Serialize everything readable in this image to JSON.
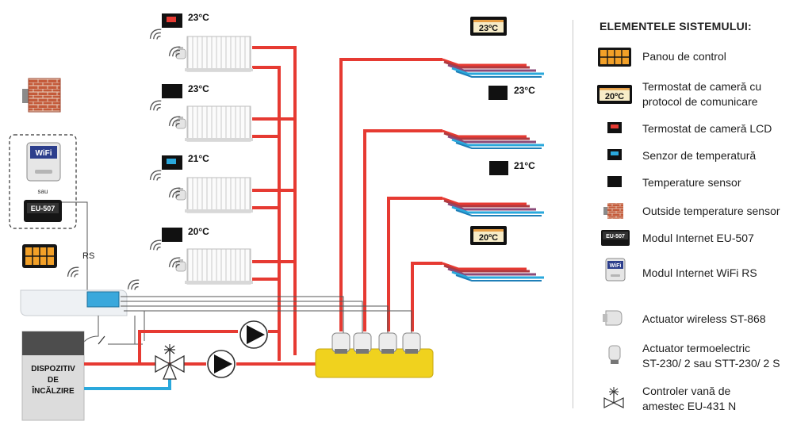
{
  "diagram": {
    "thermostat_reading_1": "23°C",
    "thermostat_reading_2": "23°C",
    "thermostat_reading_3": "21°C",
    "thermostat_reading_4": "20°C",
    "floor_display_1": "23ºC",
    "floor_sensor_reading_1": "23°C",
    "floor_sensor_reading_2": "21°C",
    "floor_display_2": "20ºC",
    "wifi_badge": "WiFi",
    "or_label": "sau",
    "eu507_badge": "EU-507",
    "rs_label": "RS",
    "boiler_line_1": "DISPOZITIV",
    "boiler_line_2": "DE",
    "boiler_line_3": "ÎNCĂLZIRE"
  },
  "legend": {
    "title": "ELEMENTELE SISTEMULUI:",
    "items": [
      {
        "icon": "control-panel-icon",
        "label": "Panou de control"
      },
      {
        "icon": "room-thermostat-icon",
        "badge": "20ºC",
        "label": "Termostat de cameră cu\nprotocol de comunicare"
      },
      {
        "icon": "lcd-thermostat-icon",
        "label": "Termostat de cameră LCD"
      },
      {
        "icon": "temperature-sensor-icon",
        "label": "Senzor de temperatură"
      },
      {
        "icon": "temperature-sensor-black-icon",
        "label": "Temperature sensor"
      },
      {
        "icon": "outside-sensor-icon",
        "label": "Outside temperature sensor"
      },
      {
        "icon": "eu507-module-icon",
        "badge": "EU-507",
        "label": "Modul Internet EU-507"
      },
      {
        "icon": "wifi-module-icon",
        "badge": "WiFi",
        "label": "Modul Internet WiFi RS"
      },
      {
        "icon": "wireless-actuator-icon",
        "label": "Actuator wireless ST-868"
      },
      {
        "icon": "thermoelectric-actuator-icon",
        "label": "Actuator termoelectric\nST-230/ 2 sau STT-230/ 2 S"
      },
      {
        "icon": "mixing-valve-icon",
        "label": "Controler vană de\namestec EU-431 N"
      }
    ]
  },
  "colors": {
    "supply": "#e63a32",
    "return": "#2aa8dc",
    "manifold": "#f0d21e",
    "panel": "#f2a028",
    "brick": "#c45a3a"
  }
}
